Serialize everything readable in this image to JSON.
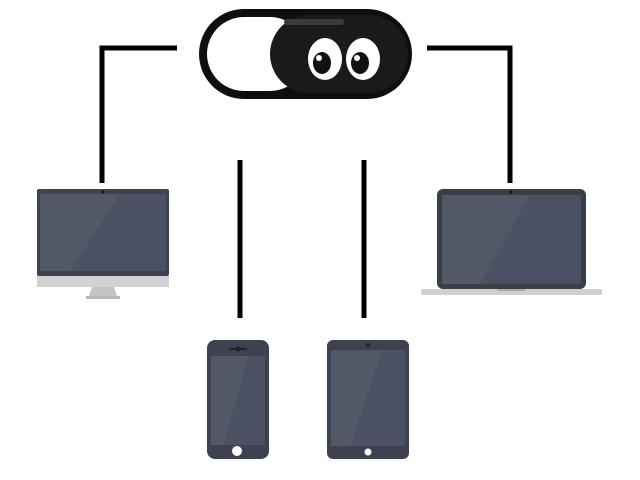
{
  "diagram": {
    "center_device": "webcam-cover-slider",
    "center_icon": "eyes-icon",
    "devices": [
      {
        "kind": "desktop-monitor",
        "icon": "desktop-icon"
      },
      {
        "kind": "smartphone",
        "icon": "phone-icon"
      },
      {
        "kind": "tablet",
        "icon": "tablet-icon"
      },
      {
        "kind": "laptop",
        "icon": "laptop-icon"
      }
    ],
    "colors": {
      "connector": "#000000",
      "screen": "#4b5063",
      "bezel": "#4a4a4a",
      "stand": "#cfcfcf",
      "slider_body": "#111111",
      "eye_white": "#ffffff"
    }
  }
}
